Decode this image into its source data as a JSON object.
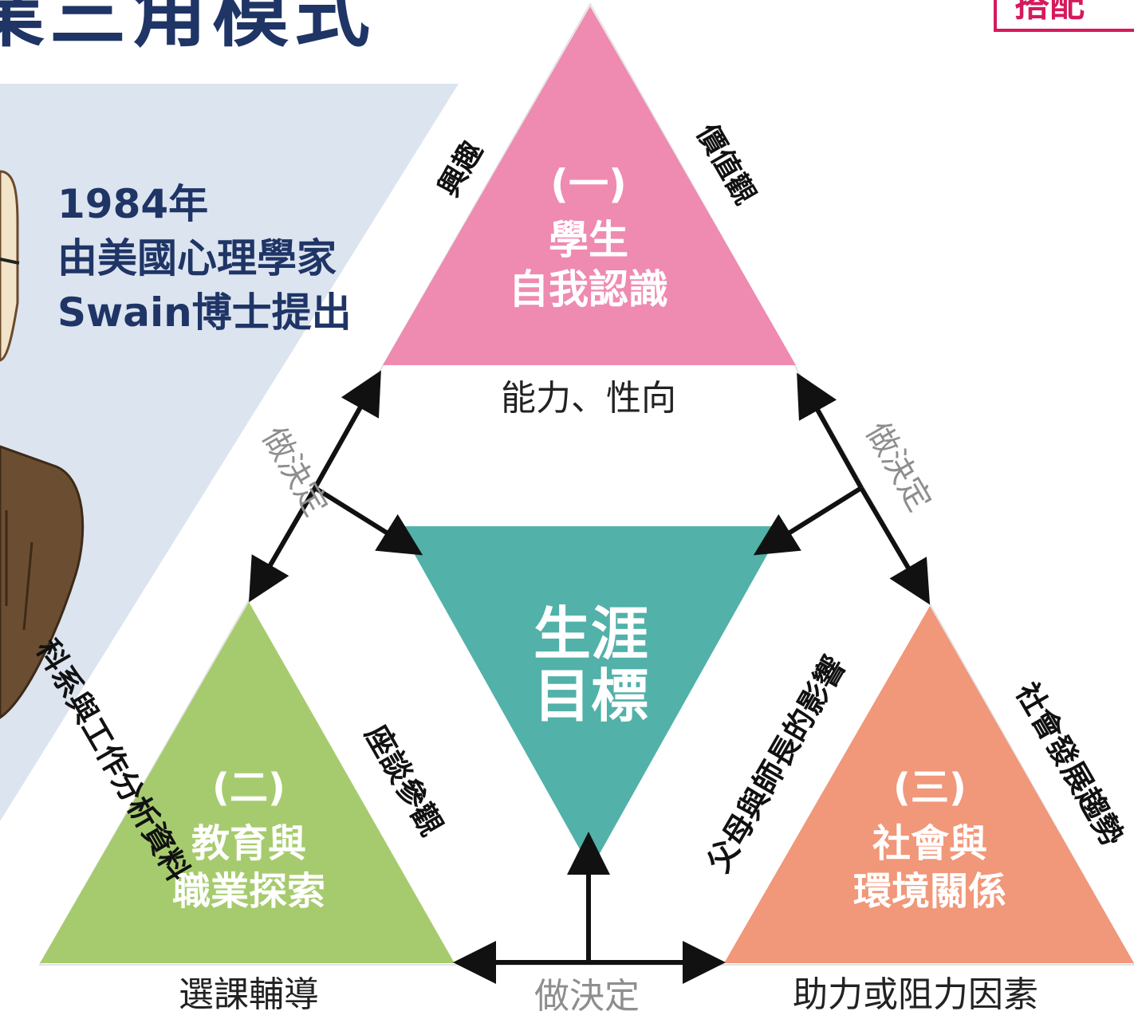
{
  "header": {
    "title": "業三角模式",
    "tag": "搭配"
  },
  "intro": {
    "year": "1984年",
    "line2": "由美國心理學家",
    "line3": "Swain博士提出"
  },
  "diagram": {
    "top": {
      "number": "(一)",
      "line1": "學生",
      "line2": "自我認識",
      "left_side": "興趣",
      "right_side": "價值觀",
      "bottom_side": "能力、性向",
      "color": "#ef8ab0"
    },
    "left": {
      "number": "(二)",
      "line1": "教育與",
      "line2": "職業探索",
      "left_side": "科系與工作分析資料",
      "right_side": "座談參觀",
      "bottom_side": "選課輔導",
      "color": "#a6cb6e"
    },
    "right": {
      "number": "(三)",
      "line1": "社會與",
      "line2": "環境關係",
      "left_side": "父母與師長的影響",
      "right_side": "社會發展趨勢",
      "bottom_side": "助力或阻力因素",
      "color": "#f1977a"
    },
    "center": {
      "line1": "生涯",
      "line2": "目標",
      "color": "#52b1a9"
    },
    "decisions": {
      "left": "做決定",
      "right": "做決定",
      "bottom": "做決定"
    },
    "accent_color": "#1f3566",
    "background_panel_color": "#dce4f0"
  }
}
